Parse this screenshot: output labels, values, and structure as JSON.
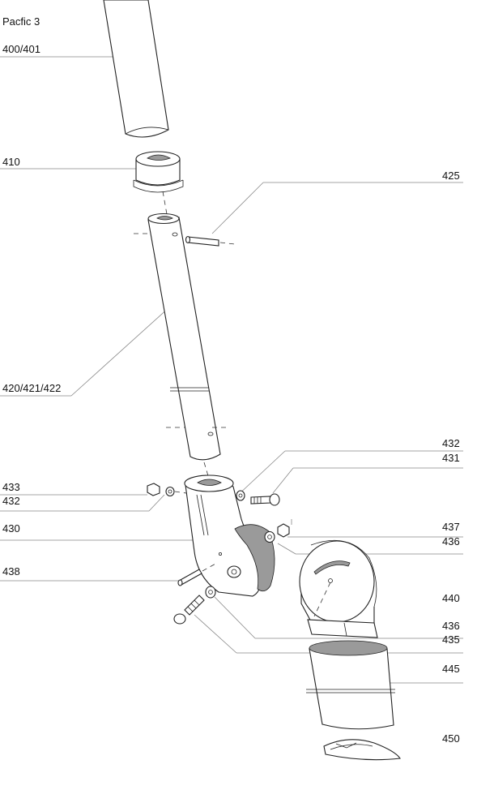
{
  "title": "Pacfic 3",
  "labels": {
    "l400": "400/401",
    "l410": "410",
    "l425": "425",
    "l420": "420/421/422",
    "l432a": "432",
    "l431": "431",
    "l433": "433",
    "l432b": "432",
    "l430": "430",
    "l437": "437",
    "l436a": "436",
    "l438": "438",
    "l440": "440",
    "l436b": "436",
    "l435": "435",
    "l445": "445",
    "l450": "450"
  }
}
